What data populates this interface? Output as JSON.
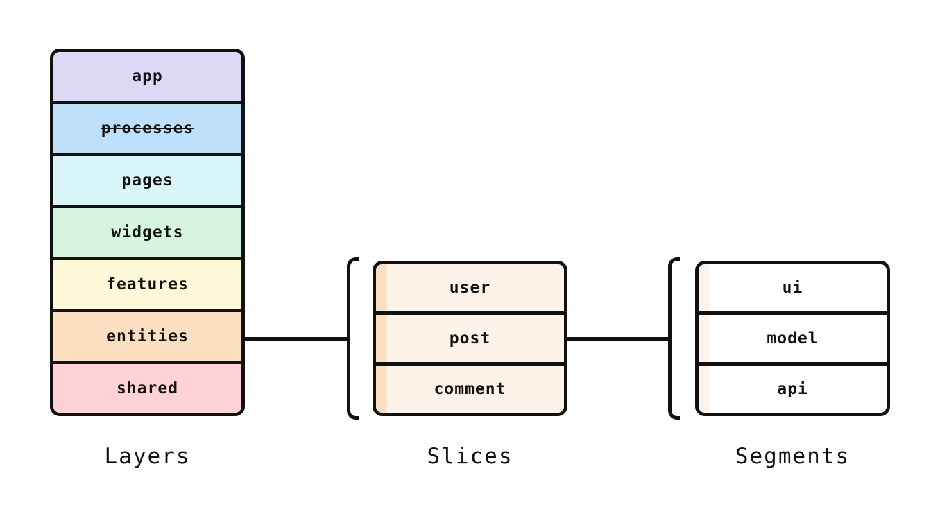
{
  "line_color": "#111111",
  "layers": {
    "caption": "Layers",
    "items": [
      {
        "label": "app",
        "color": "#ded7f5",
        "strikethrough": false
      },
      {
        "label": "processes",
        "color": "#bfe0fb",
        "strikethrough": true
      },
      {
        "label": "pages",
        "color": "#d9f6fb",
        "strikethrough": false
      },
      {
        "label": "widgets",
        "color": "#d6f5de",
        "strikethrough": false
      },
      {
        "label": "features",
        "color": "#fdf8d8",
        "strikethrough": false
      },
      {
        "label": "entities",
        "color": "#fbdfc0",
        "strikethrough": false
      },
      {
        "label": "shared",
        "color": "#ffd3d5",
        "strikethrough": false
      }
    ]
  },
  "slices": {
    "caption": "Slices",
    "fill": "#fdf2e7",
    "stripe": "#fbdfc0",
    "items": [
      {
        "label": "user"
      },
      {
        "label": "post"
      },
      {
        "label": "comment"
      }
    ]
  },
  "segments": {
    "caption": "Segments",
    "fill": "#ffffff",
    "stripe": "#fdf3ea",
    "items": [
      {
        "label": "ui"
      },
      {
        "label": "model"
      },
      {
        "label": "api"
      }
    ]
  }
}
